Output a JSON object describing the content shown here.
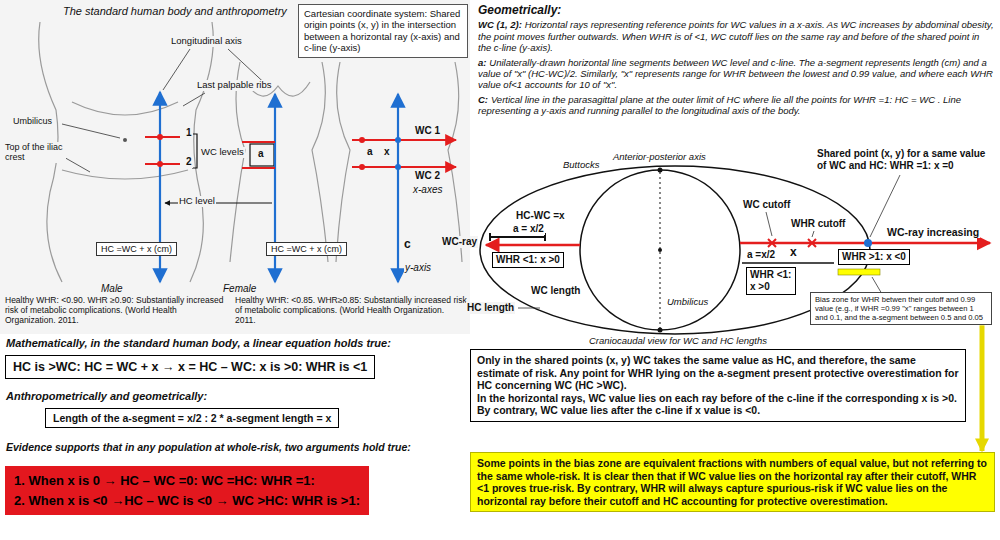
{
  "diagram": {
    "nodes": [
      {
        "text": [
          "Cartesian coordinate system: Shared origin points (x, y) in the intersection between a horizontal ray (x-axis) and c-line (y-axis)"
        ]
      },
      {
        "text": [
          "HC =WC + x (cm)"
        ]
      },
      {
        "text": [
          "HC =WC + x (cm)"
        ]
      },
      {
        "text": [
          "HC is >WC: HC = WC + x → x = HC – WC: x is >0: WHR is <1"
        ]
      },
      {
        "text": [
          "Length of the a-segment = x/2 : 2 * a-segment length = x"
        ]
      },
      {
        "text": [
          "1. When x is 0 → HC – WC =0: WC =HC: WHR =1:",
          "2. When x is <0 →HC – WC is <0 → WC >HC: WHR is >1:"
        ]
      },
      {
        "text": [
          "WHR <1: x >0"
        ]
      },
      {
        "text": [
          "WHR <1: x >0"
        ]
      },
      {
        "text": [
          "WHR >1: x <0"
        ]
      },
      {
        "text": [
          "Bias zone for WHR betwen their cutoff and 0.99 value (e.g., if WHR =0.99 \"x\" ranges between 1 and 0.1, and the a-segment between 0.5 and 0.05"
        ]
      },
      {
        "text": [
          "Only in the shared points (x, y) WC takes the same value as HC, and therefore, the same estimate of risk. Any point for WHR lying on the a-segment present protective overestimation for HC concerning WC (HC >WC).",
          "In the horizontal rays, WC value lies on each ray before of the c-line if the corresponding x is >0. By contrary, WC value lies after the c-line if x value is <0."
        ]
      },
      {
        "text": [
          "Some points in the bias zone are equivalent fractions with numbers of equal value, but not referring to the same whole-risk. It is clear then that if WC value lies on the horizontal ray after their cutoff, WHR <1 proves true-risk. By contrary, WHR will always capture spurious-risk if WC value lies on the horizontal ray before their cutoff and HC accounting for protective overestimation."
        ]
      }
    ],
    "edges": [
      {
        "from": 9,
        "to": 11,
        "arrow": "to"
      }
    ],
    "labels": [
      "The standard human body and anthropometry",
      "Longitudinal axis",
      "Last palpable ribs",
      "Umbilicus",
      "Top of the iliac crest",
      "1",
      "2",
      "WC levels",
      "a",
      "WC 1",
      "WC 2",
      "a",
      "x",
      "x-axes",
      "HC level",
      "Male",
      "Female",
      "c",
      "y-axis",
      "Healthy WHR: <0.90. WHR ≥0.90: Substantially increased risk of metabolic complications. (World Health Organization. 2011.",
      "Healthy WHR: <0.85. WHR≥0.85: Substantially increased risk of metabolic complications. (World Health Organization. 2011.",
      "Mathematically, in the standard human body, a linear equation holds true:",
      "Anthropometrically and geometrically:",
      "Evidence supports that in any population at whole-risk, two arguments hold true:",
      "Geometrically:",
      "WC (1, 2):",
      "Horizontal rays representing reference points for WC values in a x-axis. As WC increases by abdominal obesity, the point moves further outwards. When WHR is of <1, WC cutoff lies on the same ray and before of the shared point in the c-line (y-axis).",
      "a:",
      "Unilaterally-drawn horizontal line segments between WC level and c-line. The a-segment represents length (cm) and a value of \"x\" (HC-WC)/2. Similarly, \"x\" represents range for WHR between the lowest and 0.99 value, and where each WHR value of<1 accounts for 10 of \"x\".",
      "C:",
      "Vertical line in the parasagittal plane at the outer limit of HC where lie all the points for WHR =1: HC = WC . Line representing a y-axis and running parallel to the longitudinal axis of the body.",
      "Buttocks",
      "Anterior-posterior axis",
      "Shared point (x, y) for a same value of WC and HC: WHR =1: x =0",
      "HC-WC =x",
      "a = x/2",
      "WC-ray",
      "WC cutoff",
      "WHR cutoff",
      "WC-ray increasing",
      "x",
      "a =x/2",
      "HC length",
      "WC length",
      "Umbilicus",
      "Craniocaudal view for WC and HC lengths"
    ]
  }
}
